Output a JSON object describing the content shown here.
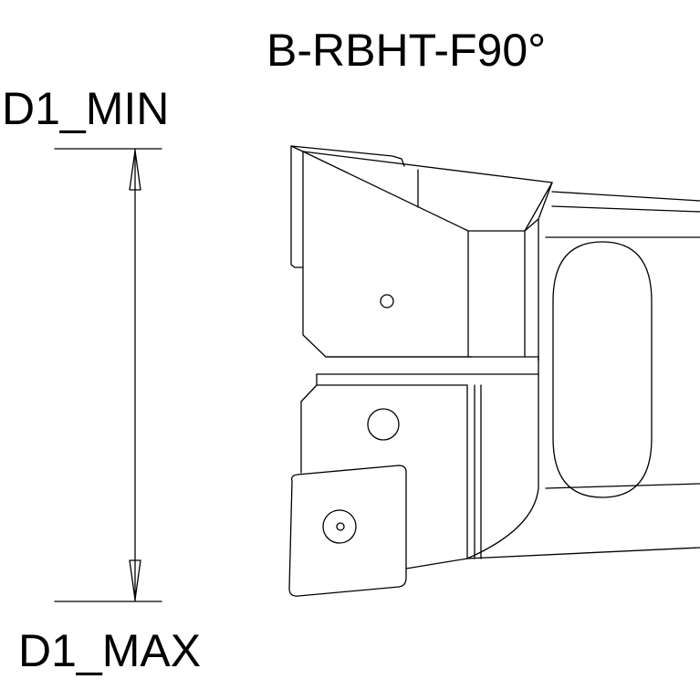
{
  "drawing": {
    "title": "B-RBHT-F90°",
    "d1_min_label": "D1_MIN",
    "d1_max_label": "D1_MAX"
  },
  "colors": {
    "line": "#000000",
    "background": "#ffffff"
  }
}
